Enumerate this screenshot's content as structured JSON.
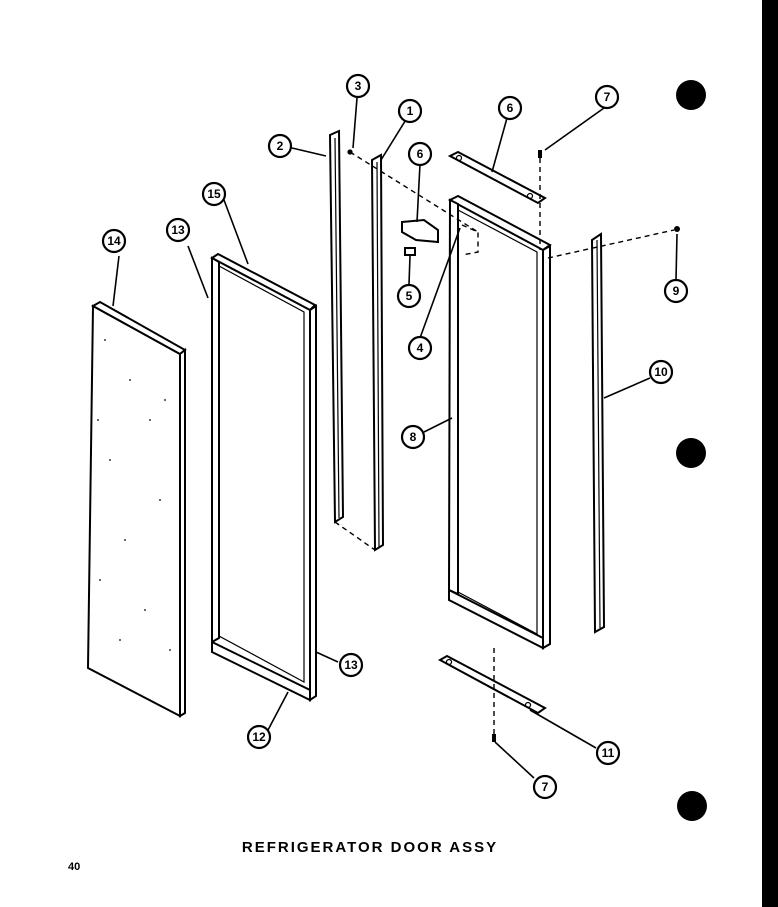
{
  "caption": "REFRIGERATOR DOOR ASSY",
  "page_number": "40",
  "callouts": {
    "c1": "1",
    "c2": "2",
    "c3": "3",
    "c4": "4",
    "c5": "5",
    "c6a": "6",
    "c6b": "6",
    "c7a": "7",
    "c7b": "7",
    "c8": "8",
    "c9": "9",
    "c10": "10",
    "c11": "11",
    "c12": "12",
    "c13a": "13",
    "c13b": "13",
    "c14": "14",
    "c15": "15"
  }
}
